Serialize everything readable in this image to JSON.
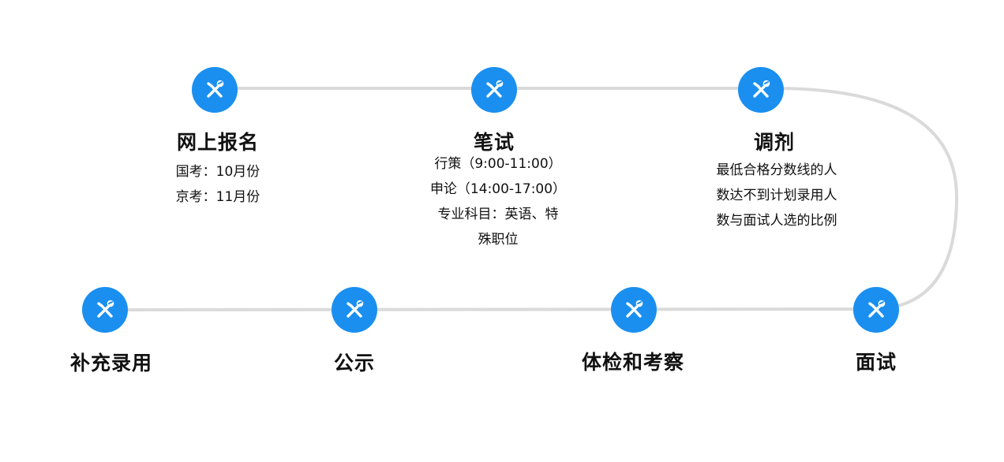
{
  "accent_color": "#1a8ff0",
  "line_color": "#dadada",
  "icon": "tools-icon",
  "steps": [
    {
      "title": "网上报名",
      "desc": [
        "国考：10月份",
        "京考：11月份"
      ]
    },
    {
      "title": "笔试",
      "desc": [
        "行策（9:00-11:00）",
        "申论（14:00-17:00）",
        "专业科目：英语、特",
        "殊职位"
      ]
    },
    {
      "title": "调剂",
      "desc": [
        "最低合格分数线的人",
        "数达不到计划录用人",
        "数与面试人选的比例"
      ]
    },
    {
      "title": "面试",
      "desc": []
    },
    {
      "title": "体检和考察",
      "desc": []
    },
    {
      "title": "公示",
      "desc": []
    },
    {
      "title": "补充录用",
      "desc": []
    }
  ]
}
